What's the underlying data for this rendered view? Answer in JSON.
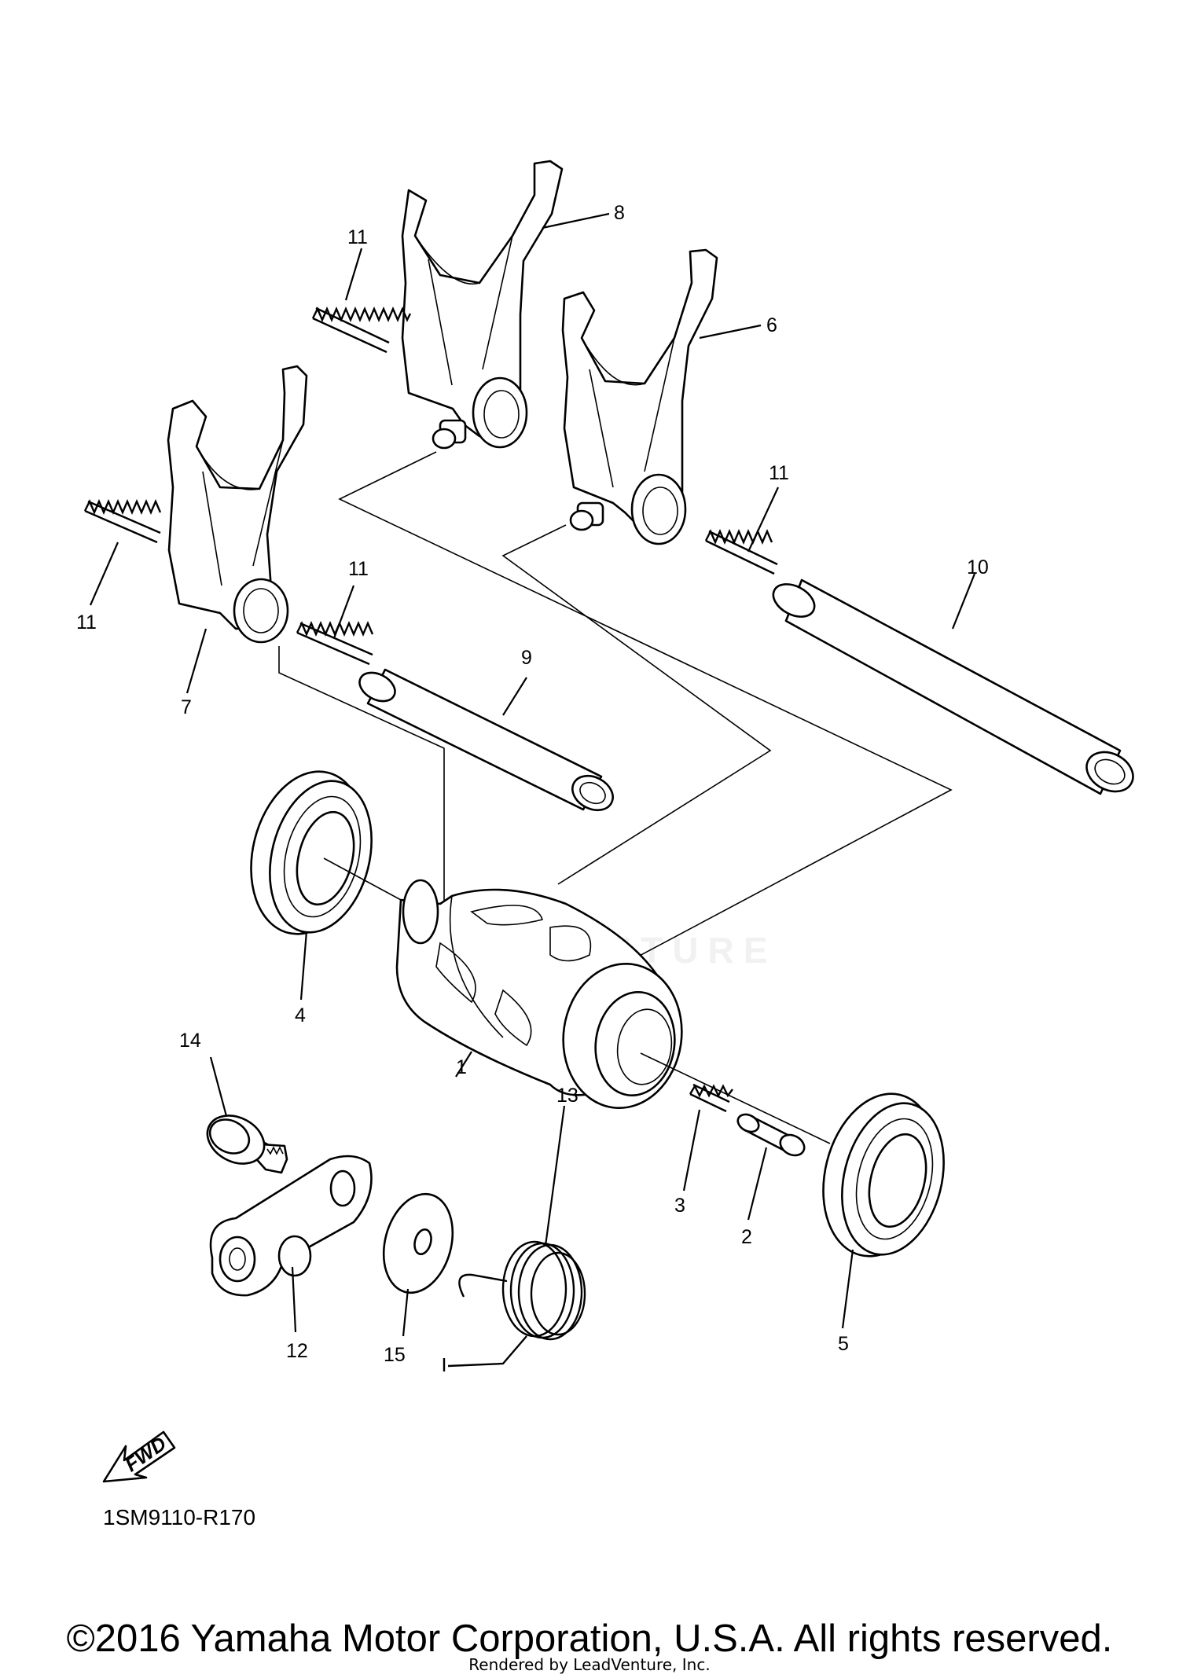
{
  "callouts": {
    "c1": "1",
    "c2": "2",
    "c3": "3",
    "c4": "4",
    "c5": "5",
    "c6": "6",
    "c7": "7",
    "c8": "8",
    "c9": "9",
    "c10": "10",
    "c11a": "11",
    "c11b": "11",
    "c11c": "11",
    "c11d": "11",
    "c12": "12",
    "c13": "13",
    "c14": "14",
    "c15": "15"
  },
  "fwd_label": "FWD",
  "diagram_code": "1SM9110-R170",
  "watermark": "LEADVENTURE",
  "copyright": "©2016 Yamaha Motor Corporation, U.S.A. All rights reserved.",
  "rendered_by": "Rendered by LeadVenture, Inc."
}
